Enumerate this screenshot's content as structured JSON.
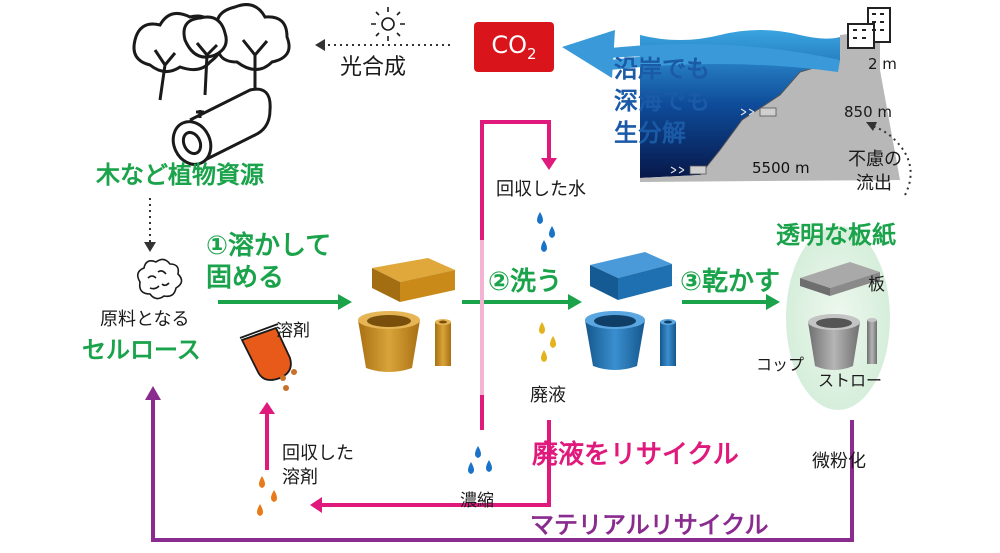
{
  "co2": "CO2",
  "photosynthesis": "光合成",
  "plant_resources": "木など植物資源",
  "cellulose_raw": "原料となる",
  "cellulose": "セルロース",
  "step1_line1": "①溶かして",
  "step1_line2": "固める",
  "step2": "②洗う",
  "step3": "③乾かす",
  "solvent": "溶剤",
  "recovered_water": "回収した水",
  "waste_liquid": "廃液",
  "waste_recycle": "廃液をリサイクル",
  "recovered_solvent_line1": "回収した",
  "recovered_solvent_line2": "溶剤",
  "concentrate": "濃縮",
  "material_recycle": "マテリアルリサイクル",
  "pulverize": "微粉化",
  "transparent_board": "透明な板紙",
  "board": "板",
  "cup": "コップ",
  "straw": "ストロー",
  "biodegrade_line1": "沿岸でも",
  "biodegrade_line2": "深海でも",
  "biodegrade_line3": "生分解",
  "depth_2m": "2 m",
  "depth_850m": "850 m",
  "depth_5500m": "5500 m",
  "accidental_line1": "不慮の",
  "accidental_line2": "流出",
  "colors": {
    "green": "#1aa34a",
    "pink": "#e0197d",
    "purple": "#8a2b8f",
    "blue_arrow": "#3a9ad9",
    "co2_box": "#d9141b",
    "orange_block": "#c98a1a",
    "blue_block": "#1f70b0"
  }
}
